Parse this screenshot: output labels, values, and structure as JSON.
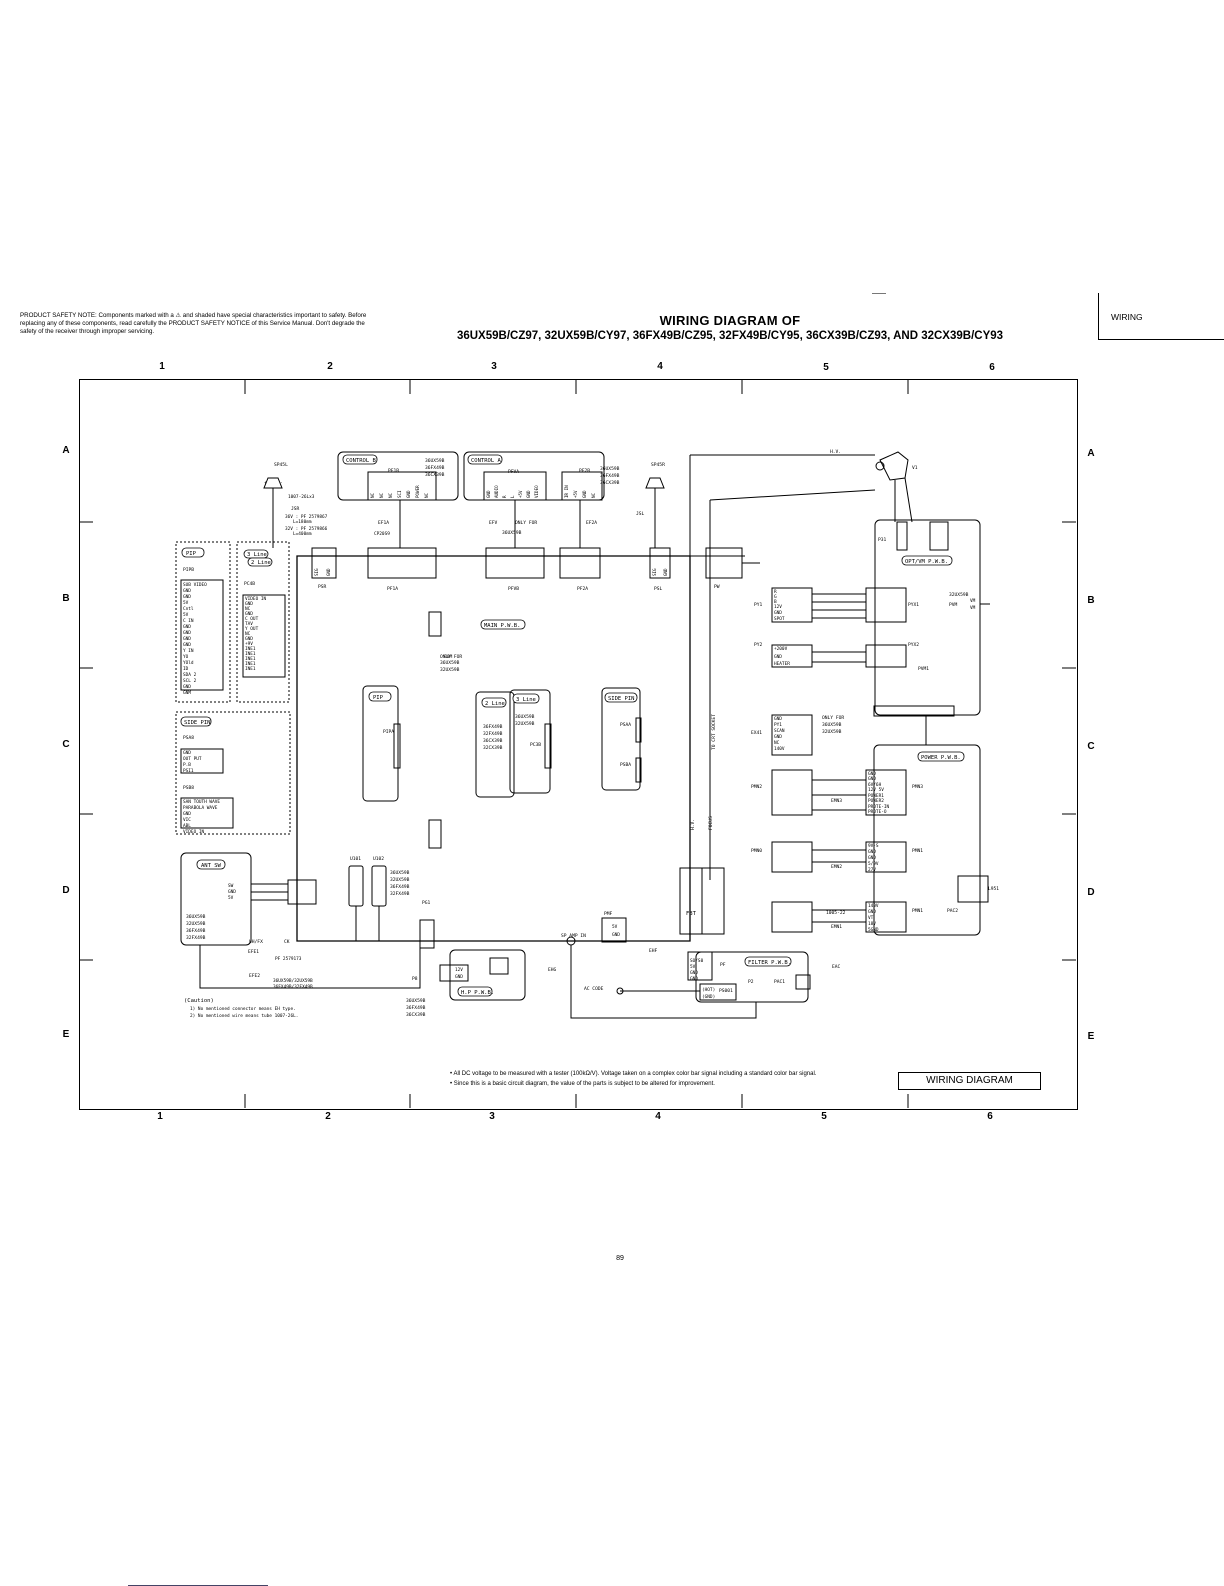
{
  "page": {
    "safety_note": "PRODUCT SAFETY NOTE: Components marked with a ⚠ and shaded have special characteristics important to safety. Before replacing any of these components, read carefully the PRODUCT SAFETY NOTICE of this Service Manual. Don't degrade the safety of the receiver through improper servicing.",
    "title_line1": "WIRING DIAGRAM OF",
    "title_line2": "36UX59B/CZ97, 32UX59B/CY97, 36FX49B/CZ95, 32FX49B/CY95, 36CX39B/CZ93, AND 32CX39B/CY93",
    "section_tab": "WIRING",
    "page_number": "89",
    "bottom_box": "WIRING DIAGRAM",
    "bullet1": "All DC voltage to be measured with a tester (100kΩ/V). Voltage taken on a complex color bar signal including a standard color bar signal.",
    "bullet2": "Since this is a basic circuit diagram, the value of the parts is subject to be altered for improvement."
  },
  "grid": {
    "columns": [
      "1",
      "2",
      "3",
      "4",
      "5",
      "6"
    ],
    "rows": [
      "A",
      "B",
      "C",
      "D",
      "E"
    ]
  },
  "boards": {
    "control_b": "CONTROL B",
    "control_a": "CONTROL A",
    "main": "MAIN P.W.B.",
    "opt_vm": "OPT/VM P.W.B.",
    "power": "POWER P.W.B.",
    "filter": "FILTER P.W.B.",
    "hp": "H.P P.W.B.",
    "pip": "PIP",
    "pip_l": "PIP",
    "line3": "3 Line",
    "line2": "2 Line",
    "line3_c": "3 Line",
    "line2_c": "2 Line",
    "side_pin": "SIDE PIN",
    "side_pin_c": "SIDE PIN",
    "ant_sw": "ANT SW",
    "fbt": "FBT"
  },
  "models": {
    "cb": [
      "36UX59B",
      "36FX49B",
      "36CX39B"
    ],
    "ca": [
      "36UX59B",
      "36FX49B",
      "36CX39B"
    ],
    "opt": "32UX59B",
    "line2c": [
      "36FX49B",
      "32FX49B",
      "36CX39B",
      "32CX39B"
    ],
    "line3c": [
      "36UX59B",
      "32UX59B"
    ],
    "u10": [
      "36UX59B",
      "32UX59B",
      "36FX49B",
      "32FX49B"
    ],
    "ant": [
      "36UX59B",
      "32UX59B",
      "36FX49B",
      "32FX49B"
    ],
    "hp": [
      "36UX59B",
      "36FX49B",
      "36CX39B"
    ],
    "only_for_a": "ONLY FOR",
    "only_for_a_model": "36UX59B",
    "only_for_b": "ONLY FOR",
    "only_for_b_models": [
      "36UX59B",
      "32UX59B"
    ],
    "only_for_c": "ONLY FOR",
    "only_for_c_models": [
      "36UX59B",
      "32UX59B"
    ]
  },
  "connectors": {
    "sp45l": "SP45L",
    "sp45r": "SP45R",
    "pf1b": "PF1B",
    "pf2b": "PF2B",
    "pfva": "PFVA",
    "jsr": "JSR",
    "jsl": "JSL",
    "ef1a": "EF1A",
    "efv": "EFV",
    "ef2a": "EF2A",
    "psr": "PSR",
    "pf1a": "PF1A",
    "pfvb": "PFVB",
    "pf2a": "PF2A",
    "psl": "PSL",
    "pw": "PW",
    "py1": "PY1",
    "py2": "PY2",
    "pyx1": "PYX1",
    "pyx2": "PYX2",
    "pvm": "PVM",
    "pvm1": "PVM1",
    "p31": "P31",
    "pipb": "PIPB",
    "pc4b": "PC4B",
    "psa8": "PSA8",
    "psb8": "PSB8",
    "pc3b": "PC3B",
    "pipa": "PIPA",
    "psaa": "PSAA",
    "psba": "PSBA",
    "e0m": "E0M",
    "ex41": "EX41",
    "pmn2": "PMN2",
    "pmn3": "PMN3",
    "pmn0": "PMN0",
    "pmn1": "PMN1",
    "pmn1b": "PMN1",
    "emn3": "EMN3",
    "emn2": "EMN2",
    "emn1": "EMN1",
    "efe1": "EFE1",
    "efe2": "EFE2",
    "ck": "CK",
    "uh_fx": "UH/FX",
    "pg1": "PG1",
    "pmf": "PMF",
    "ehf": "EHF",
    "ehg": "EHG",
    "p8": "P8",
    "pf": "PF",
    "pac1": "PAC1",
    "ps001": "PS001",
    "eac": "EAC",
    "p2": "P2",
    "pac2": "PAC2",
    "u101": "U101",
    "u102": "U102",
    "l951": "L951",
    "v1": "V1",
    "hv": "H.V.",
    "hv2": "H.V.",
    "focus": "FOCUS",
    "to_crt": "TO CRT SOCKET",
    "sp_amp": "SP AMP IN",
    "ac_code": "AC CODE",
    "pp": "1005-22"
  },
  "pins": {
    "pipb": [
      "SUB VIDEO",
      "GND",
      "GND",
      "5V",
      "Cntl",
      "5V",
      "C IN",
      "GND",
      "GND",
      "GND",
      "GND",
      "Y IN",
      "YO",
      "YOld",
      "ID",
      "SDA 2",
      "SCL 2",
      "GND",
      "GNM"
    ],
    "pc4b": [
      "VIDEO IN",
      "GND",
      "NC",
      "GND",
      "C OUT",
      "TAV",
      "Y OUT",
      "NC",
      "GND",
      "+9V",
      "INE1",
      "INE1",
      "INE1",
      "INE1",
      "INE1"
    ],
    "psa8": [
      "GND",
      "OUT PUT",
      "P.B",
      "PSI1"
    ],
    "psb8": [
      "SAN TOUTH WAVE",
      "PARABOLA WAVE",
      "GND",
      "VIC",
      "ABL",
      "VIDEO IN"
    ],
    "cb": [
      "NC",
      "NC",
      "NC",
      "SCI",
      "GND",
      "POWER",
      "NC"
    ],
    "ca": [
      "GND",
      "AUDIO",
      "R",
      "L",
      "+5V",
      "GND",
      "VIDEO"
    ],
    "ca2": [
      "IR IN",
      "+5V",
      "GND",
      "NC"
    ],
    "py1": [
      "R",
      "G",
      "B",
      "12V",
      "GND",
      "SPOT"
    ],
    "py2": [
      "+200V",
      "GND",
      "HEATER"
    ],
    "pmn2": [
      "GND",
      "PY1",
      "SCAN",
      "GND",
      "NC",
      "140V"
    ],
    "pmn3": [
      "GND",
      "GND",
      "6V/6H",
      "12V 5V",
      "POWER1",
      "POWER2",
      "PROTE-IN",
      "PROTE-O"
    ],
    "pmn0": [
      "9V-S",
      "GND",
      "GND",
      "5/9V",
      "27V"
    ],
    "pmn1": [
      "140V",
      "GND",
      "VT",
      "18V",
      "5GND"
    ],
    "ant": [
      "SW",
      "GND",
      "5V"
    ],
    "hp": [
      "12V",
      "GND"
    ],
    "pmf": [
      "5V",
      "GND"
    ],
    "filter": [
      "SO/S0",
      "5V",
      "GND",
      "GND"
    ],
    "ps001": [
      "(HOT)",
      "(GND)"
    ],
    "opt_out": [
      "VM",
      "VM"
    ],
    "sig": [
      "SIG",
      "GND"
    ],
    "sp": [
      "+",
      "-"
    ]
  },
  "notes": {
    "caution": "(Caution)",
    "caution1": "1) No mentioned connector means EH type.",
    "caution2": "2) No mentioned wire means tube 1007-26L.",
    "efe2_note": "36UX59B/32UX59B",
    "efe2_note2": "36FX49B/32FX49B",
    "ef1a_sub": "CP20S9",
    "cable_note": "1007-26Lx3",
    "fm_note": "PF 2579173",
    "len_a": "L=180mm",
    "len_b": "L=400mm",
    "pf_a": "36V : PF 2579867",
    "pf_b": "32V : PF 2579866"
  },
  "colors": {
    "ink": "#000000",
    "paper": "#ffffff",
    "wire": "#222222"
  }
}
